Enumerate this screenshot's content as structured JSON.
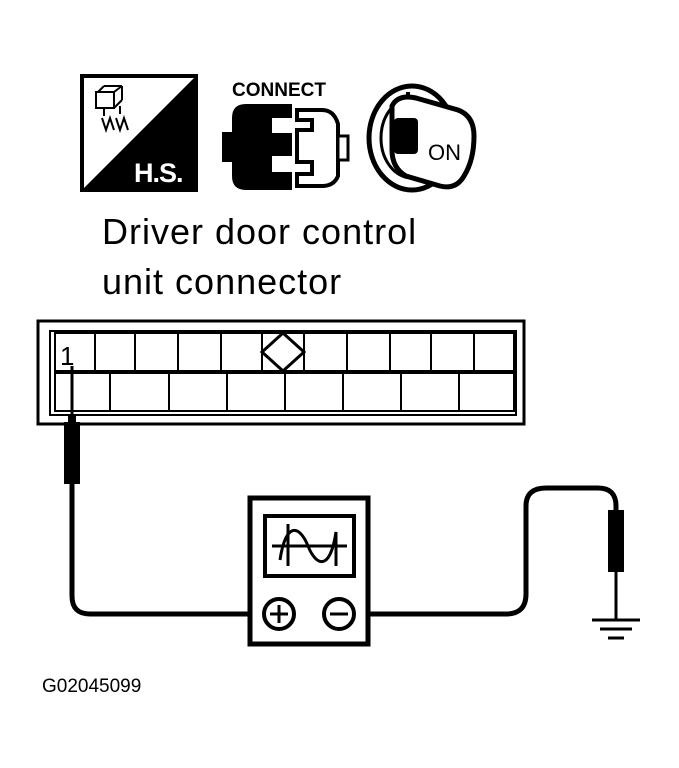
{
  "icons": {
    "hs_label": "H.S.",
    "connect_label": "CONNECT",
    "ignition_label": "ON"
  },
  "caption": {
    "line1": "Driver door control",
    "line2": "unit connector"
  },
  "connector": {
    "terminal_label": "1"
  },
  "figure_code": "G02045099"
}
